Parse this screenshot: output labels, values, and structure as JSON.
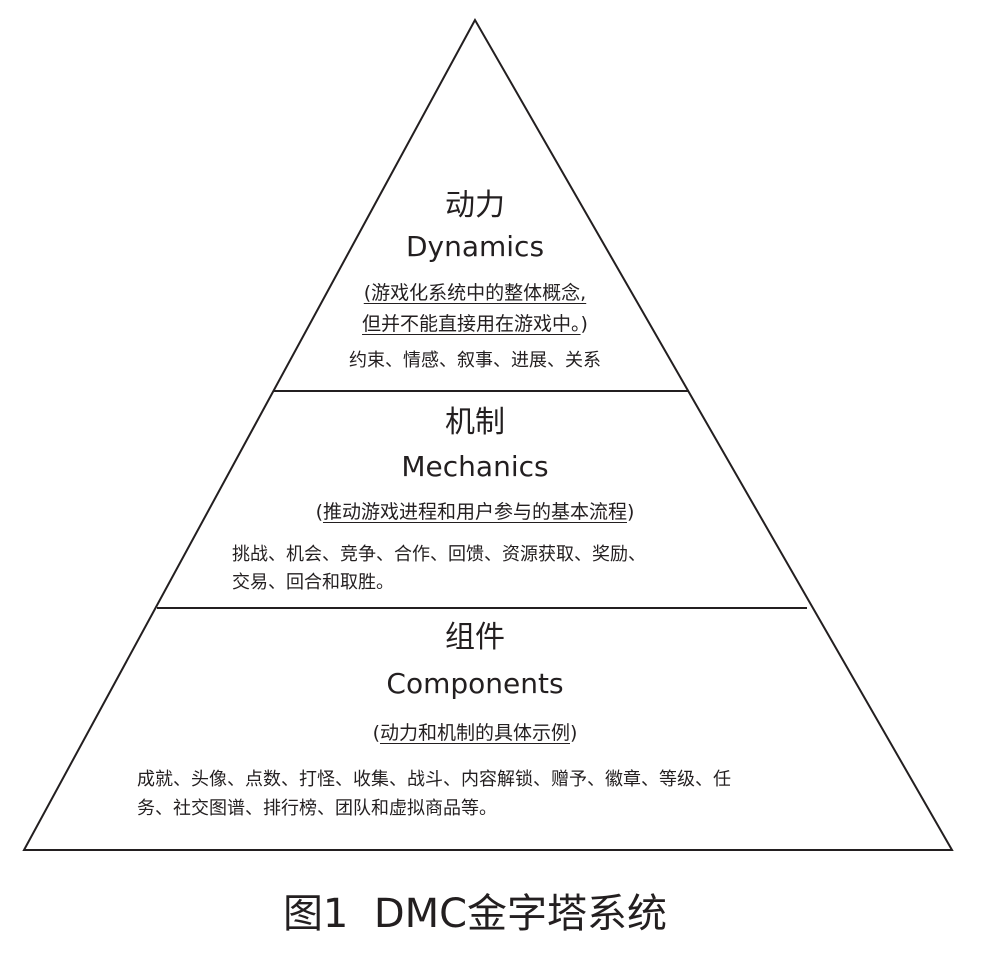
{
  "pyramid": {
    "dynamics": {
      "title_zh": "动力",
      "title_en": "Dynamics",
      "desc_line1": "(游戏化系统中的整体概念,",
      "desc_line2": "但并不能直接用在游戏中。",
      "desc_line2_close": ")",
      "items": "约束、情感、叙事、进展、关系"
    },
    "mechanics": {
      "title_zh": "机制",
      "title_en": "Mechanics",
      "desc_open": "(",
      "desc": "推动游戏进程和用户参与的基本流程",
      "desc_close": ")",
      "items_line1": "挑战、机会、竞争、合作、回馈、资源获取、奖励、",
      "items_line2": "交易、回合和取胜。"
    },
    "components": {
      "title_zh": "组件",
      "title_en": "Components",
      "desc_open": "(",
      "desc": "动力和机制的具体示例",
      "desc_close": ")",
      "items_line1": "成就、头像、点数、打怪、收集、战斗、内容解锁、赠予、徽章、等级、任",
      "items_line2": "务、社交图谱、排行榜、团队和虚拟商品等。"
    }
  },
  "caption": "图1  DMC金字塔系统",
  "colors": {
    "line": "#231f20",
    "text": "#231f20",
    "background": "#ffffff"
  }
}
